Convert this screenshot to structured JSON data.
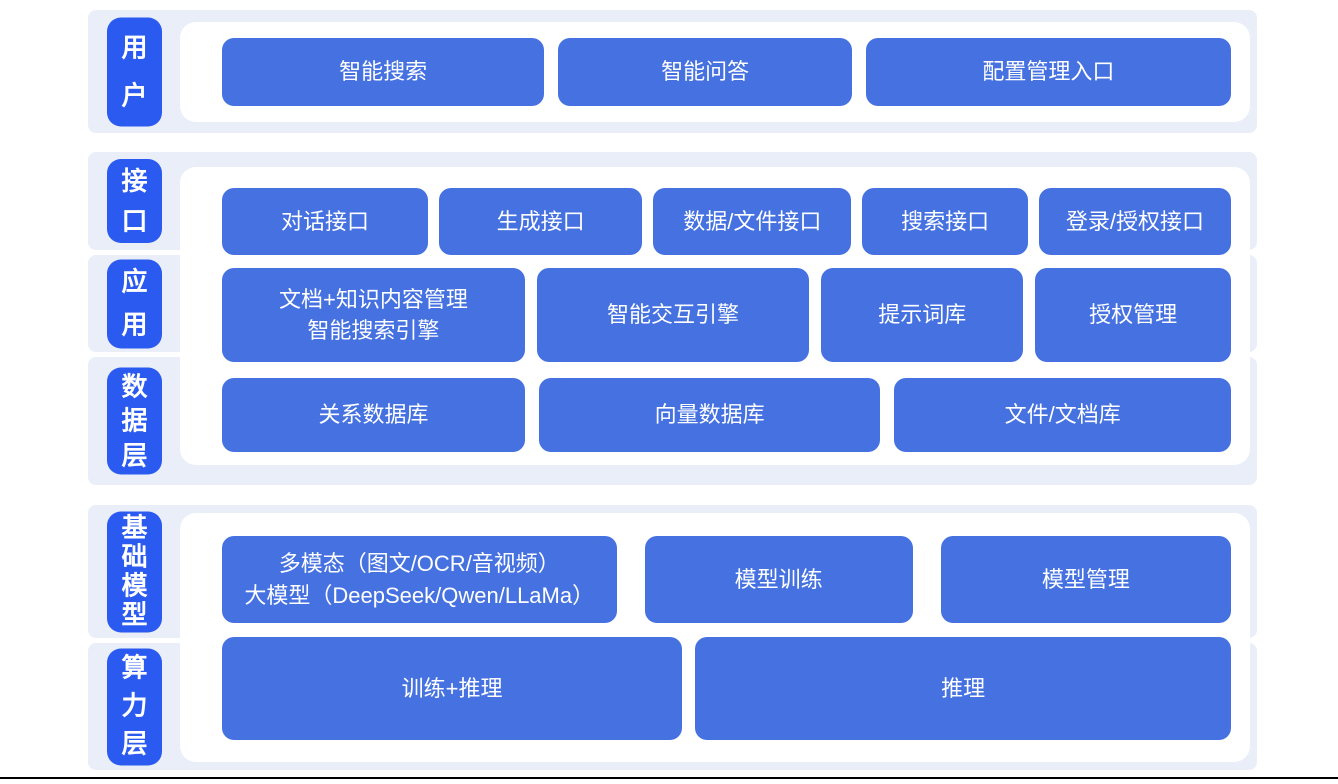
{
  "colors": {
    "page_bg": "#ffffff",
    "band_bg": "#e9eef8",
    "label_bg": "#2b5af0",
    "button_bg": "#4571e1",
    "text": "#ffffff",
    "divider": "#000000"
  },
  "sections": [
    {
      "name": "user-layer",
      "labels": [
        {
          "text": "用户"
        }
      ],
      "rows": [
        {
          "buttons": [
            {
              "label": "智能搜索"
            },
            {
              "label": "智能问答"
            },
            {
              "label": "配置管理入口"
            }
          ]
        }
      ]
    },
    {
      "name": "platform-layer",
      "labels": [
        {
          "text": "接口"
        },
        {
          "text": "应用"
        },
        {
          "text": "数据层"
        }
      ],
      "rows": [
        {
          "buttons": [
            {
              "label": "对话接口"
            },
            {
              "label": "生成接口"
            },
            {
              "label": "数据/文件接口"
            },
            {
              "label": "搜索接口"
            },
            {
              "label": "登录/授权接口"
            }
          ]
        },
        {
          "buttons": [
            {
              "label": "文档+知识内容管理\n智能搜索引擎"
            },
            {
              "label": "智能交互引擎"
            },
            {
              "label": "提示词库"
            },
            {
              "label": "授权管理"
            }
          ]
        },
        {
          "buttons": [
            {
              "label": "关系数据库"
            },
            {
              "label": "向量数据库"
            },
            {
              "label": "文件/文档库"
            }
          ]
        }
      ]
    },
    {
      "name": "foundation-layer",
      "labels": [
        {
          "text": "基础模型"
        },
        {
          "text": "算力层"
        }
      ],
      "rows": [
        {
          "buttons": [
            {
              "label": "多模态（图文/OCR/音视频）\n大模型（DeepSeek/Qwen/LLaMa）"
            },
            {
              "label": "模型训练"
            },
            {
              "label": "模型管理"
            }
          ]
        },
        {
          "buttons": [
            {
              "label": "训练+推理"
            },
            {
              "label": "推理"
            }
          ]
        }
      ]
    }
  ]
}
